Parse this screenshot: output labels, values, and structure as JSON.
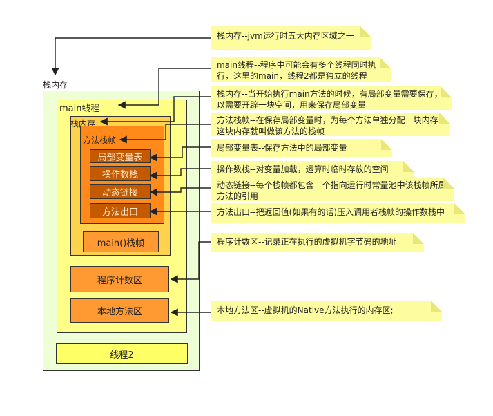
{
  "containers": {
    "stack_memory_outer": "栈内存",
    "main_thread": "main线程",
    "stack_memory_inner": "栈内存",
    "method_frame": "方法栈帧",
    "thread2": "线程2"
  },
  "frame_items": [
    "局部变量表",
    "操作数栈",
    "动态链接",
    "方法出口"
  ],
  "boxes": {
    "main_frame": "main()栈帧",
    "program_counter": "程序计数区",
    "native_method": "本地方法区"
  },
  "notes": [
    "栈内存--jvm运行时五大内存区域之一",
    "main线程--程序中可能会有多个线程同时执行，这里的main，线程2都是独立的线程",
    "栈内存--当开始执行main方法的时候，有局部变量需要保存，所以需要开辟一块空间，用来保存局部变量",
    "方法栈帧--在保存局部变量时，为每个方法单独分配一块内存，这块内存就叫做该方法的栈帧",
    "局部变量表--保存方法中的局部变量",
    "操作数栈--对变量加载，运算时临时存放的空间",
    "动态链接--每个栈帧都包含一个指向运行时常量池中该栈帧所属方法的引用",
    "方法出口--把返回值(如果有的话)压入调用者栈帧的操作数栈中",
    "程序计数区--记录正在执行的虚拟机字节码的地址",
    "本地方法区--虚拟机的Native方法执行的内存区;"
  ],
  "colors": {
    "outer_fill": "#eeffd6",
    "thread_fill": "#ffff88",
    "stack_fill": "#ffd24d",
    "frame_fill": "#ff8a1a",
    "item_fill": "#c45a00",
    "main_frame_fill": "#ff9a33",
    "note_fill": "#fdfc9e"
  }
}
